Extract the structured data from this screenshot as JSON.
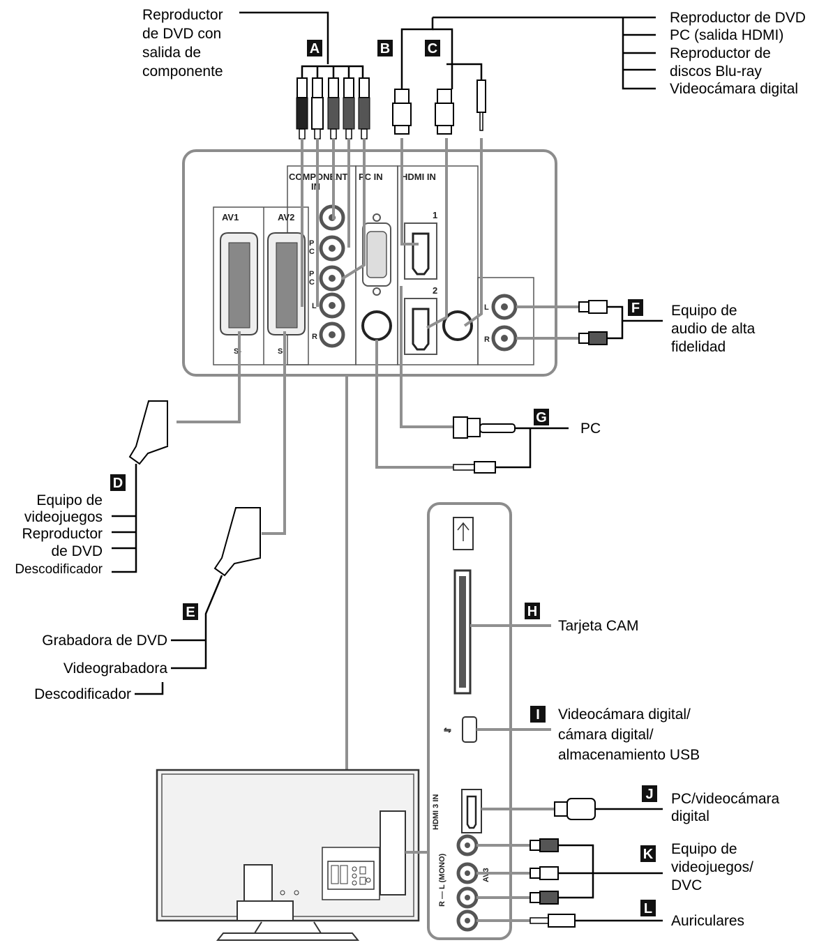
{
  "badges": [
    "A",
    "B",
    "C",
    "D",
    "E",
    "F",
    "G",
    "H",
    "I",
    "J",
    "K",
    "L"
  ],
  "top_left_device": [
    "Reproductor",
    "de DVD con",
    "salida de",
    "componente"
  ],
  "top_right_devices": [
    "Reproductor de DVD",
    "PC (salida HDMI)",
    "Reproductor de",
    "discos Blu-ray",
    "Videocámara digital"
  ],
  "panel": {
    "component_label": [
      "COMPONENT",
      "IN"
    ],
    "pc_in": "PC IN",
    "hdmi_in": "HDMI IN",
    "av1": "AV1",
    "av2": "AV2",
    "hdmi_port1": "1",
    "hdmi_port2": "2",
    "pr": [
      "P",
      "C"
    ],
    "pb": [
      "P",
      "C"
    ],
    "l": "L",
    "r": "R",
    "out_l": "L",
    "out_r": "R",
    "s_label": "S-"
  },
  "f_device": [
    "Equipo de",
    "audio de alta",
    "fidelidad"
  ],
  "g_device": "PC",
  "d_devices": [
    "Equipo de",
    "videojuegos",
    "Reproductor",
    "de DVD",
    "Descodificador"
  ],
  "e_devices": [
    "Grabadora de DVD",
    "Videograbadora",
    "Descodificador"
  ],
  "h_device": "Tarjeta CAM",
  "i_device": [
    "Videocámara digital/",
    "cámara digital/",
    "almacenamiento USB"
  ],
  "j_device": [
    "PC/videocámara",
    "digital"
  ],
  "k_device": [
    "Equipo de",
    "videojuegos/",
    "DVC"
  ],
  "l_device": "Auriculares",
  "side_panel": {
    "hdmi3": "HDMI 3 IN",
    "av3": "AV3",
    "mono": "R — L (MONO)"
  },
  "colors": {
    "line_gray": "#909090",
    "badge": "#111111"
  }
}
